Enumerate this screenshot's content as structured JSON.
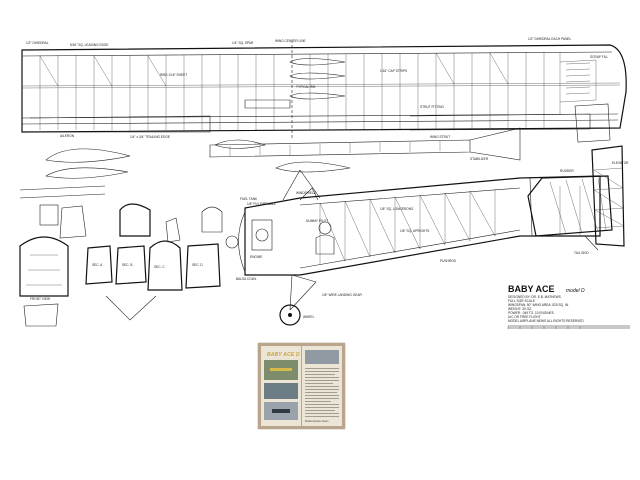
{
  "plan": {
    "title": "BABY ACE",
    "subtitle": "model D",
    "wing_labels": {
      "dihedral_left": "1/2\" DIHEDRAL",
      "leading_edge": "5/16\" SQ. LEADING EDGE",
      "center_line": "WING CENTER LINE",
      "spar": "1/4\" SQ. SPAR",
      "dihedral_right": "1/2\" DIHEDRAL EACH PANEL",
      "trailing_edge": "1/4\" x 3/4\" TRAILING EDGE",
      "ribs": "RIBS 1/16\" SHEET",
      "aileron": "AILERON",
      "wing_strut": "WING STRUT",
      "strut_fitting": "STRUT FITTING",
      "cap_strips": "1/16\" CAP STRIPS",
      "tip": "SCRAP FILL",
      "rib_template": "TYPICAL RIB"
    },
    "fuselage_labels": {
      "longerons": "1/8\" SQ. LONGERONS",
      "uprights": "1/8\" SQ. UPRIGHTS",
      "firewall": "1/8\" PLY FIREWALL",
      "cowl": "BALSA COWL",
      "wheel": "WHEEL",
      "landing_gear": "1/8\" WIRE LANDING GEAR",
      "tail_skid": "TAIL SKID",
      "windshield": "WINDSHIELD",
      "dummy_pilot": "DUMMY PILOT",
      "front_view": "FRONT VIEW",
      "rudder": "RUDDER",
      "elevator": "ELEVATOR",
      "stab": "STABILIZER",
      "engine": "ENGINE",
      "tank": "FUEL TANK",
      "pushrod": "PUSHROD",
      "sec_a": "SEC. A",
      "sec_b": "SEC. B",
      "sec_c": "SEC. C",
      "sec_d": "SEC. D"
    },
    "title_block": [
      "DESIGNED BY: DR. E.B. MATHEWS",
      "FULL SIZE SCALE",
      "WINGSPAN: 50\"  WING AREA: 525 SQ. IN.",
      "WEIGHT: 30 OZ.",
      "POWER: .049 TO .10 ENGINES",
      "U/C OR FREE FLIGHT",
      "MODEL AIRPLANE NEWS ALL RIGHTS RESERVED"
    ]
  },
  "magazine": {
    "title": "BABY ACE D",
    "caption": "Model Airplane News"
  }
}
